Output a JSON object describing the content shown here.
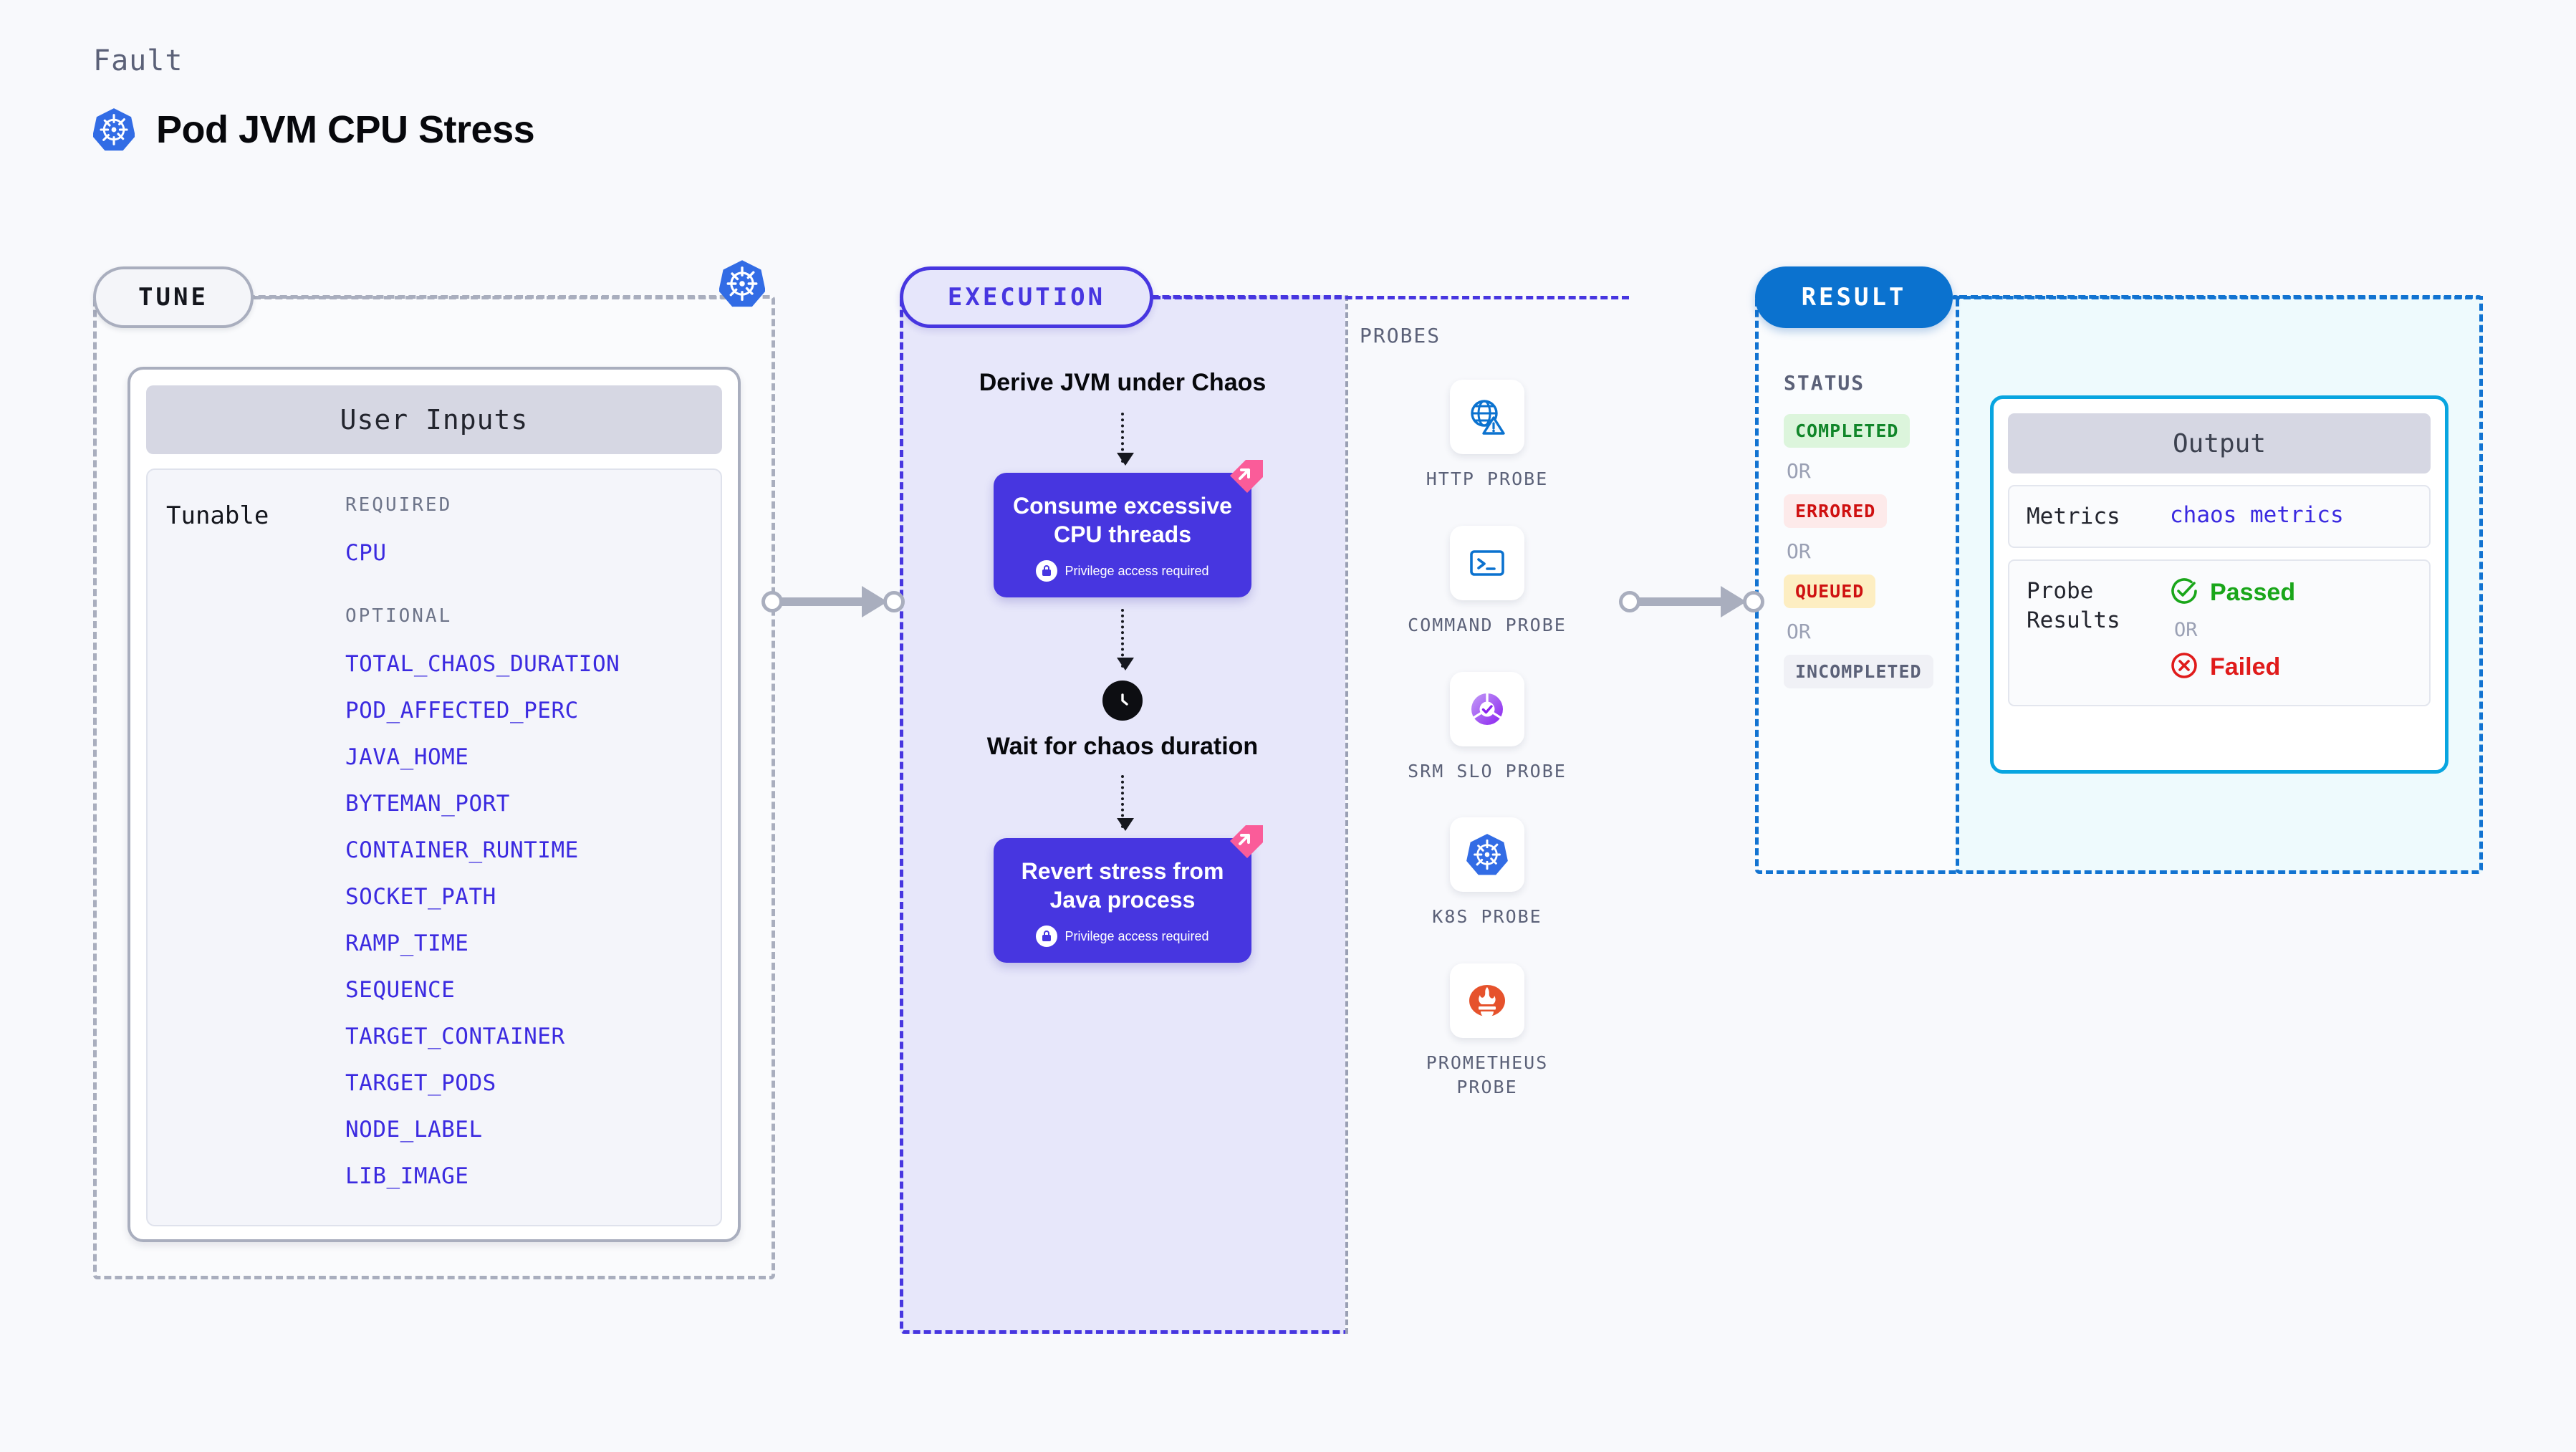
{
  "header": {
    "kicker": "Fault",
    "title": "Pod JVM CPU Stress",
    "icon": "kubernetes-icon"
  },
  "tune": {
    "pill_label": "TUNE",
    "connector_icon": "kubernetes-icon",
    "card": {
      "header": "User Inputs",
      "tunable_label": "Tunable",
      "required_heading": "REQUIRED",
      "required": [
        "CPU"
      ],
      "optional_heading": "OPTIONAL",
      "optional": [
        "TOTAL_CHAOS_DURATION",
        "POD_AFFECTED_PERC",
        "JAVA_HOME",
        "BYTEMAN_PORT",
        "CONTAINER_RUNTIME",
        "SOCKET_PATH",
        "RAMP_TIME",
        "SEQUENCE",
        "TARGET_CONTAINER",
        "TARGET_PODS",
        "NODE_LABEL",
        "LIB_IMAGE"
      ]
    }
  },
  "execution": {
    "pill_label": "EXECUTION",
    "steps": [
      {
        "kind": "text",
        "label": "Derive JVM under Chaos"
      },
      {
        "kind": "node",
        "label": "Consume excessive CPU threads",
        "badge": "Privilege access required",
        "flag": true
      },
      {
        "kind": "clock",
        "label": "Wait for chaos duration"
      },
      {
        "kind": "node",
        "label": "Revert stress from Java process",
        "badge": "Privilege access required",
        "flag": true
      }
    ]
  },
  "probes": {
    "label": "PROBES",
    "items": [
      {
        "name": "HTTP PROBE",
        "icon": "globe-warning-icon"
      },
      {
        "name": "COMMAND PROBE",
        "icon": "terminal-icon"
      },
      {
        "name": "SRM SLO PROBE",
        "icon": "slo-donut-check-icon"
      },
      {
        "name": "K8S PROBE",
        "icon": "kubernetes-icon"
      },
      {
        "name": "PROMETHEUS PROBE",
        "icon": "prometheus-icon"
      }
    ]
  },
  "result": {
    "pill_label": "RESULT",
    "status_label": "STATUS",
    "or_label": "OR",
    "statuses": [
      {
        "label": "COMPLETED",
        "bg": "#dcf5dc",
        "fg": "#11862a"
      },
      {
        "label": "ERRORED",
        "bg": "#fdeaea",
        "fg": "#cf1111"
      },
      {
        "label": "QUEUED",
        "bg": "#fdeec2",
        "fg": "#cf1111"
      },
      {
        "label": "INCOMPLETED",
        "bg": "#f0f1f6",
        "fg": "#5b6178"
      }
    ]
  },
  "output": {
    "header": "Output",
    "metrics_label": "Metrics",
    "metrics_value": "chaos metrics",
    "probe_results_label": "Probe Results",
    "or_label": "OR",
    "passed_label": "Passed",
    "failed_label": "Failed",
    "passed_color": "#1aa61a",
    "failed_color": "#e01b1b"
  },
  "colors": {
    "canvas": "#f8f9fc",
    "tune_accent": "#a9aebe",
    "execution_accent": "#4736e0",
    "result_accent": "#0b72cf",
    "output_accent": "#08a5e0",
    "param_link": "#3b2ae0",
    "flag_pink": "#fa5c99"
  }
}
